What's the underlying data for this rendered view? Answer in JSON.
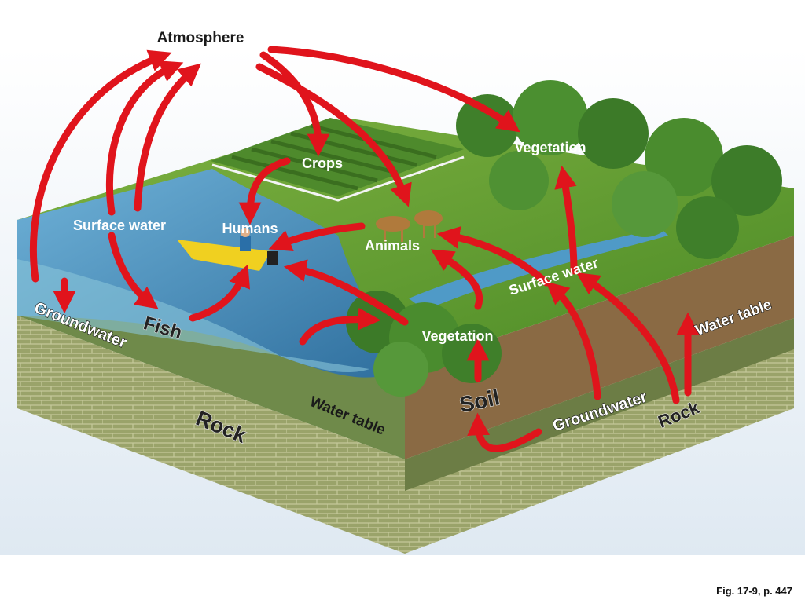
{
  "diagram": {
    "labels": {
      "atmosphere": "Atmosphere",
      "vegetation_top": "Vegetation",
      "crops": "Crops",
      "surface_water_left": "Surface water",
      "humans": "Humans",
      "animals": "Animals",
      "surface_water_right": "Surface water",
      "groundwater_left": "Groundwater",
      "fish": "Fish",
      "vegetation_mid": "Vegetation",
      "water_table_right": "Water table",
      "soil": "Soil",
      "water_table_mid": "Water table",
      "groundwater_right": "Groundwater",
      "rock_right": "Rock",
      "rock_left": "Rock"
    },
    "caption": "Fig. 17-9, p. 447"
  },
  "colors": {
    "arrow": "#e0141c",
    "water": "#3f86b8",
    "grass": "#5f9a2e",
    "soil": "#8a6a44",
    "rock": "#7f8a55"
  }
}
